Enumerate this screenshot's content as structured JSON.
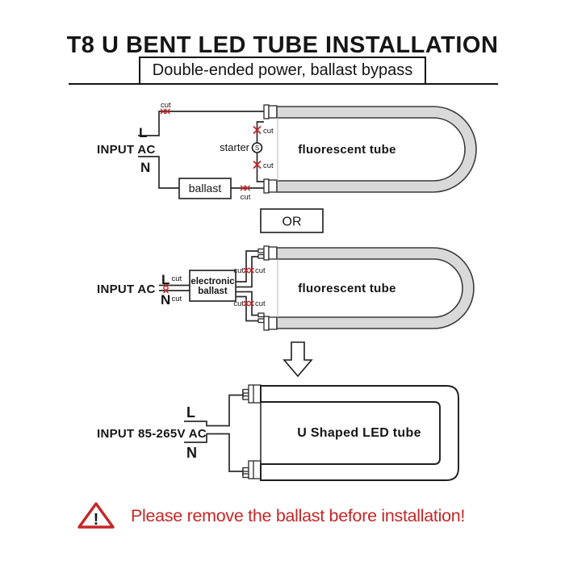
{
  "header": {
    "title": "T8 U BENT LED TUBE INSTALLATION",
    "subtitle": "Double-ended power, ballast bypass"
  },
  "diagram1": {
    "input": "INPUT AC",
    "line": "L",
    "neutral": "N",
    "cut": "cut",
    "ballast": "ballast",
    "starter": "starter",
    "starter_symbol": "S",
    "tube": "fluorescent tube"
  },
  "or_label": "OR",
  "diagram2": {
    "input": "INPUT AC",
    "line": "L",
    "neutral": "N",
    "cut": "cut",
    "ballast_line1": "electronic",
    "ballast_line2": "ballast",
    "tube": "fluorescent tube"
  },
  "diagram3": {
    "input": "INPUT 85-265V AC",
    "line": "L",
    "neutral": "N",
    "tube": "U Shaped LED tube"
  },
  "warning": {
    "exclamation": "!",
    "text": "Please remove the ballast before installation!"
  },
  "icons": {
    "cut_mark": "cut-x-icon",
    "starter": "starter-circle-icon",
    "down_arrow": "down-arrow-icon",
    "warning": "warning-triangle-icon"
  },
  "colors": {
    "cut_red": "#c42727",
    "warning_red": "#c42727",
    "tube_gray": "#d9d9d9",
    "ink": "#151515"
  }
}
